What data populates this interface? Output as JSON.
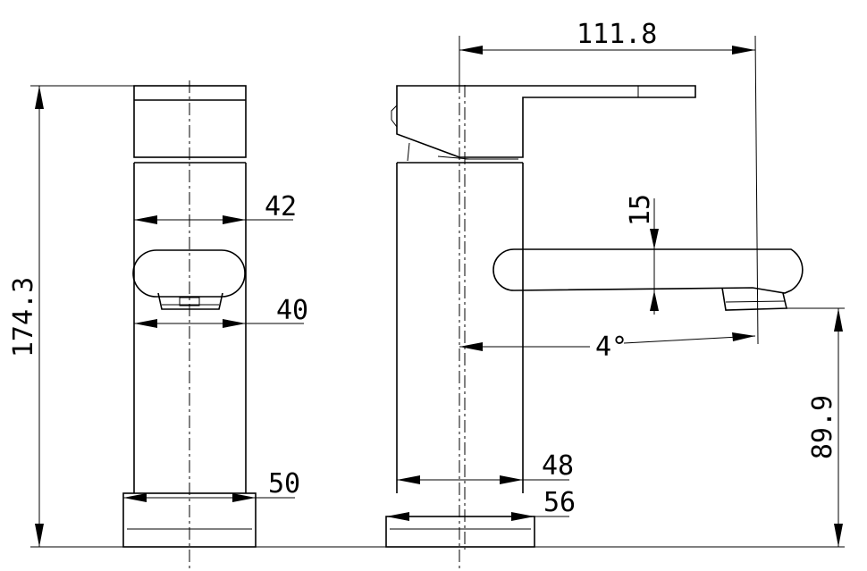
{
  "dimensions": {
    "total_height": "174.3",
    "handle_width": "42",
    "spout_width": "40",
    "base_width_front": "50",
    "reach": "111.8",
    "spout_thickness": "15",
    "angle": "4°",
    "outlet_height": "89.9",
    "body_width": "48",
    "base_width_side": "56"
  }
}
